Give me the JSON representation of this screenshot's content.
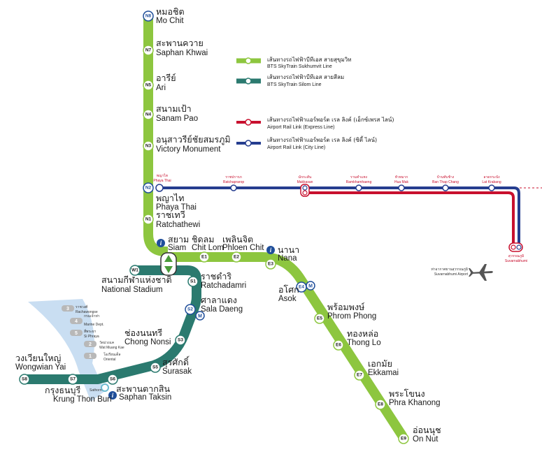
{
  "colors": {
    "sukhumvit": "#8dc63f",
    "silom": "#2b7a6f",
    "airport_express": "#c8102e",
    "airport_city": "#253d8f",
    "river": "#c9def2",
    "interchange_info": "#1f4e9a"
  },
  "legend": [
    {
      "th": "เส้นทางรถไฟฟ้าบีทีเอส สายสุขุมวิท",
      "en": "BTS SkyTrain Sukhumvit Line",
      "color_key": "sukhumvit"
    },
    {
      "th": "เส้นทางรถไฟฟ้าบีทีเอส สายสีลม",
      "en": "BTS SkyTrain Silom Line",
      "color_key": "silom"
    },
    {
      "th": "เส้นทางรถไฟฟ้าแอร์พอร์ต เรล ลิงค์ (เอ็กซ์เพรส ไลน์)",
      "en": "Airport Rail Link (Express Line)",
      "color_key": "airport_express"
    },
    {
      "th": "เส้นทางรถไฟฟ้าแอร์พอร์ต เรล ลิงค์ (ซิตี้ ไลน์)",
      "en": "Airport Rail Link (City Line)",
      "color_key": "airport_city"
    }
  ],
  "sukhumvit_north": [
    {
      "code": "N8",
      "th": "หมอชิต",
      "en": "Mo Chit"
    },
    {
      "code": "N7",
      "th": "สะพานควาย",
      "en": "Saphan Khwai"
    },
    {
      "code": "N5",
      "th": "อารีย์",
      "en": "Ari"
    },
    {
      "code": "N4",
      "th": "สนามเป้า",
      "en": "Sanam Pao"
    },
    {
      "code": "N3",
      "th": "อนุสาวรีย์ชัยสมรภูมิ",
      "en": "Victory Monument"
    },
    {
      "code": "N2",
      "th": "พญาไท",
      "en": "Phaya Thai"
    },
    {
      "code": "N1",
      "th": "ราชเทวี",
      "en": "Ratchathewi"
    }
  ],
  "siam": {
    "th": "สยาม",
    "en": "Siam"
  },
  "sukhumvit_east": [
    {
      "code": "E1",
      "th": "ชิดลม",
      "en": "Chit Lom"
    },
    {
      "code": "E2",
      "th": "เพลินจิต",
      "en": "Phloen Chit"
    },
    {
      "code": "E3",
      "th": "นานา",
      "en": "Nana"
    },
    {
      "code": "E4",
      "th": "อโศก",
      "en": "Asok"
    },
    {
      "code": "E5",
      "th": "พร้อมพงษ์",
      "en": "Phrom Phong"
    },
    {
      "code": "E6",
      "th": "ทองหล่อ",
      "en": "Thong Lo"
    },
    {
      "code": "E7",
      "th": "เอกมัย",
      "en": "Ekkamai"
    },
    {
      "code": "E8",
      "th": "พระโขนง",
      "en": "Phra Khanong"
    },
    {
      "code": "E9",
      "th": "อ่อนนุช",
      "en": "On Nut"
    }
  ],
  "silom": [
    {
      "code": "W1",
      "th": "สนามกีฬาแห่งชาติ",
      "en": "National Stadium"
    },
    {
      "code": "S1",
      "th": "ราชดำริ",
      "en": "Ratchadamri"
    },
    {
      "code": "S2",
      "th": "ศาลาแดง",
      "en": "Sala Daeng"
    },
    {
      "code": "S3",
      "th": "ช่องนนทรี",
      "en": "Chong Nonsi"
    },
    {
      "code": "S5",
      "th": "สุรศักดิ์",
      "en": "Surasak"
    },
    {
      "code": "S6",
      "th": "สะพานตากสิน",
      "en": "Saphan Taksin"
    },
    {
      "code": "S7",
      "th": "กรุงธนบุรี",
      "en": "Krung Thon Buri"
    },
    {
      "code": "S8",
      "th": "วงเวียนใหญ่",
      "en": "Wongwian Yai"
    }
  ],
  "airport_link": [
    {
      "th": "พญาไท",
      "en": "Phaya Thai"
    },
    {
      "th": "ราชปรารภ",
      "en": "Ratchaprarop"
    },
    {
      "th": "มักกะสัน",
      "en": "Makkasan"
    },
    {
      "th": "รามคำแหง",
      "en": "Ramkhamhaeng"
    },
    {
      "th": "หัวหมาก",
      "en": "Hua Mak"
    },
    {
      "th": "บ้านทับช้าง",
      "en": "Ban Thap Chang"
    },
    {
      "th": "ลาดกระบัง",
      "en": "Lat Krabang"
    },
    {
      "th": "สุวรรณภูมิ",
      "en": "Suvarnabhumi"
    }
  ],
  "airport": {
    "th": "ท่าอากาศยานสุวรรณภูมิ",
    "en": "Suvarnabhumi Airport"
  },
  "sathorn_pier": "Sathorn",
  "piers": [
    {
      "code": "3",
      "th": "ราชวงศ์",
      "en": "Rachawongse"
    },
    {
      "code": "4",
      "th": "กรมเจ้าท่า",
      "en": "Marine Dept."
    },
    {
      "code": "5",
      "th": "สี่พระยา",
      "en": "Si Phraya"
    },
    {
      "code": "2",
      "th": "วัดม่วงแค",
      "en": "Wat Muang Kae"
    },
    {
      "code": "1",
      "th": "โอเรียนเต็ล",
      "en": "Oriental"
    }
  ]
}
